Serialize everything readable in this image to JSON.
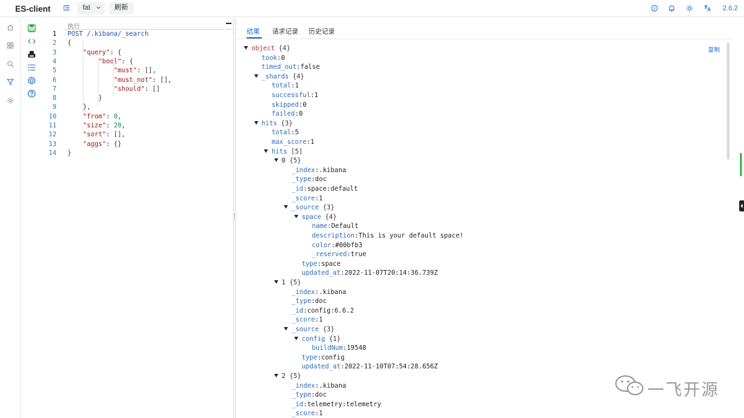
{
  "app": {
    "title": "ES-client",
    "version": "2.6.2"
  },
  "header": {
    "env_value": "fat",
    "refresh_label": "刷新",
    "icons": [
      "info-icon",
      "bell-icon",
      "sun-icon",
      "translate-icon"
    ]
  },
  "rail": {
    "icons": [
      "home-icon",
      "grid-icon",
      "search-icon",
      "filter-icon",
      "settings-icon"
    ]
  },
  "tools": {
    "icons": [
      "save-icon",
      "code-icon",
      "print-icon",
      "list-icon",
      "gear-icon",
      "help-icon"
    ]
  },
  "editor": {
    "exec_label": "执行",
    "line_numbers": [
      "1",
      "2",
      "3",
      "4",
      "5",
      "6",
      "7",
      "8",
      "9",
      "10",
      "11",
      "12",
      "13",
      "14"
    ],
    "lines": [
      [
        {
          "t": "POST /.kibana/_search",
          "c": "kw"
        }
      ],
      [
        {
          "t": "{",
          "c": "pun"
        }
      ],
      [
        {
          "t": "    ",
          "c": "pun"
        },
        {
          "t": "\"query\"",
          "c": "str"
        },
        {
          "t": ": {",
          "c": "pun"
        }
      ],
      [
        {
          "t": "        ",
          "c": "pun"
        },
        {
          "t": "\"bool\"",
          "c": "str"
        },
        {
          "t": ": {",
          "c": "pun"
        }
      ],
      [
        {
          "t": "            ",
          "c": "pun"
        },
        {
          "t": "\"must\"",
          "c": "str"
        },
        {
          "t": ": [],",
          "c": "pun"
        }
      ],
      [
        {
          "t": "            ",
          "c": "pun"
        },
        {
          "t": "\"must_not\"",
          "c": "str"
        },
        {
          "t": ": [],",
          "c": "pun"
        }
      ],
      [
        {
          "t": "            ",
          "c": "pun"
        },
        {
          "t": "\"should\"",
          "c": "str"
        },
        {
          "t": ": []",
          "c": "pun"
        }
      ],
      [
        {
          "t": "        }",
          "c": "pun"
        }
      ],
      [
        {
          "t": "    },",
          "c": "pun"
        }
      ],
      [
        {
          "t": "    ",
          "c": "pun"
        },
        {
          "t": "\"from\"",
          "c": "str"
        },
        {
          "t": ": ",
          "c": "pun"
        },
        {
          "t": "0",
          "c": "num"
        },
        {
          "t": ",",
          "c": "pun"
        }
      ],
      [
        {
          "t": "    ",
          "c": "pun"
        },
        {
          "t": "\"size\"",
          "c": "str"
        },
        {
          "t": ": ",
          "c": "pun"
        },
        {
          "t": "20",
          "c": "num"
        },
        {
          "t": ",",
          "c": "pun"
        }
      ],
      [
        {
          "t": "    ",
          "c": "pun"
        },
        {
          "t": "\"sort\"",
          "c": "str"
        },
        {
          "t": ": [],",
          "c": "pun"
        }
      ],
      [
        {
          "t": "    ",
          "c": "pun"
        },
        {
          "t": "\"aggs\"",
          "c": "str"
        },
        {
          "t": ": {}",
          "c": "pun"
        }
      ],
      [
        {
          "t": "}",
          "c": "pun"
        }
      ]
    ]
  },
  "result": {
    "tabs": [
      "结果",
      "请求记录",
      "历史记录"
    ],
    "active_tab": 0,
    "copy_label": "复制",
    "tree": [
      {
        "d": 0,
        "k": "object",
        "cnt": "{4}",
        "root": true,
        "open": true
      },
      {
        "d": 1,
        "k": "took",
        "v": "0"
      },
      {
        "d": 1,
        "k": "timed_out",
        "v": "false"
      },
      {
        "d": 1,
        "k": "_shards",
        "cnt": "{4}",
        "open": true
      },
      {
        "d": 2,
        "k": "total",
        "v": "1"
      },
      {
        "d": 2,
        "k": "successful",
        "v": "1"
      },
      {
        "d": 2,
        "k": "skipped",
        "v": "0"
      },
      {
        "d": 2,
        "k": "failed",
        "v": "0"
      },
      {
        "d": 1,
        "k": "hits",
        "cnt": "{3}",
        "open": true
      },
      {
        "d": 2,
        "k": "total",
        "v": "5"
      },
      {
        "d": 2,
        "k": "max_score",
        "v": "1"
      },
      {
        "d": 2,
        "k": "hits",
        "cnt": "[5]",
        "open": true
      },
      {
        "d": 3,
        "k": "0",
        "cnt": "{5}",
        "open": true,
        "plain": true
      },
      {
        "d": 4,
        "k": "_index",
        "v": ".kibana"
      },
      {
        "d": 4,
        "k": "_type",
        "v": "doc"
      },
      {
        "d": 4,
        "k": "_id",
        "v": "space:default"
      },
      {
        "d": 4,
        "k": "_score",
        "v": "1"
      },
      {
        "d": 4,
        "k": "_source",
        "cnt": "{3}",
        "open": true
      },
      {
        "d": 5,
        "k": "space",
        "cnt": "{4}",
        "open": true
      },
      {
        "d": 6,
        "k": "name",
        "v": "Default"
      },
      {
        "d": 6,
        "k": "description",
        "v": "This is your default space!"
      },
      {
        "d": 6,
        "k": "color",
        "v": "#00bfb3"
      },
      {
        "d": 6,
        "k": "_reserved",
        "v": "true"
      },
      {
        "d": 5,
        "k": "type",
        "v": "space"
      },
      {
        "d": 5,
        "k": "updated_at",
        "v": "2022-11-07T20:14:36.739Z"
      },
      {
        "d": 3,
        "k": "1",
        "cnt": "{5}",
        "open": true,
        "plain": true
      },
      {
        "d": 4,
        "k": "_index",
        "v": ".kibana"
      },
      {
        "d": 4,
        "k": "_type",
        "v": "doc"
      },
      {
        "d": 4,
        "k": "_id",
        "v": "config:6.6.2"
      },
      {
        "d": 4,
        "k": "_score",
        "v": "1"
      },
      {
        "d": 4,
        "k": "_source",
        "cnt": "{3}",
        "open": true
      },
      {
        "d": 5,
        "k": "config",
        "cnt": "{1}",
        "open": true
      },
      {
        "d": 6,
        "k": "buildNum",
        "v": "19548"
      },
      {
        "d": 5,
        "k": "type",
        "v": "config"
      },
      {
        "d": 5,
        "k": "updated_at",
        "v": "2022-11-10T07:54:28.656Z"
      },
      {
        "d": 3,
        "k": "2",
        "cnt": "{5}",
        "open": true,
        "plain": true
      },
      {
        "d": 4,
        "k": "_index",
        "v": ".kibana"
      },
      {
        "d": 4,
        "k": "_type",
        "v": "doc"
      },
      {
        "d": 4,
        "k": "_id",
        "v": "telemetry:telemetry"
      },
      {
        "d": 4,
        "k": "_score",
        "v": "1"
      }
    ]
  },
  "watermark": {
    "text": "一飞开源"
  },
  "colors": {
    "accent": "#1f6fd6",
    "key": "#2b6cb8",
    "root": "#c0332b",
    "scroll_indicator": "#43b85a"
  }
}
